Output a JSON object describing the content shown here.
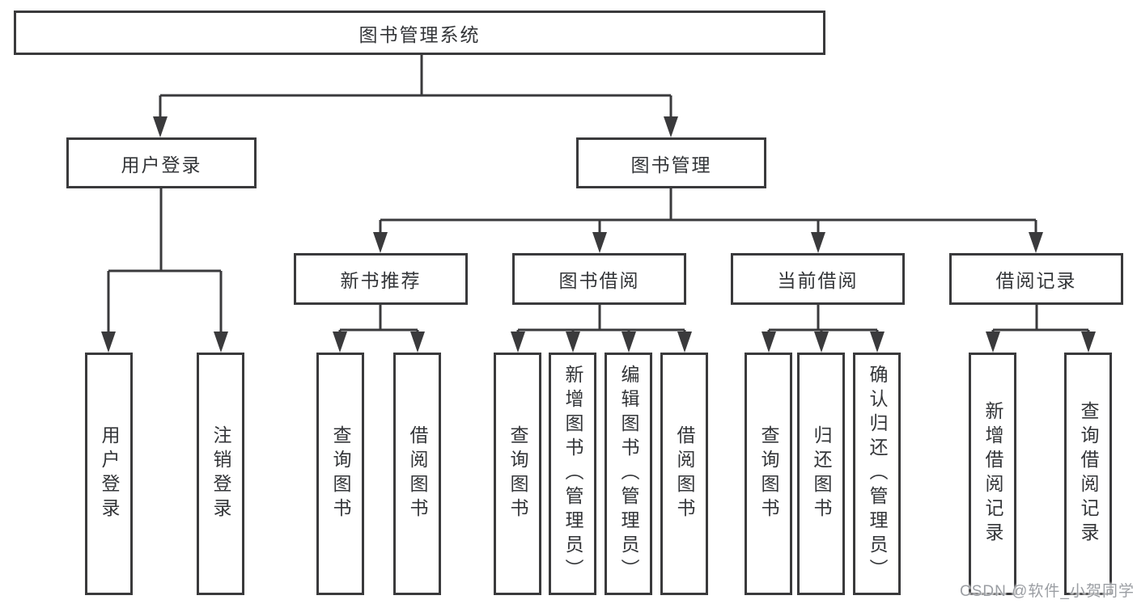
{
  "diagram": {
    "title": "图书管理系统",
    "tree": {
      "label": "图书管理系统",
      "children": [
        {
          "label": "用户登录",
          "children": [
            {
              "label": "用户登录"
            },
            {
              "label": "注销登录"
            }
          ]
        },
        {
          "label": "图书管理",
          "children": [
            {
              "label": "新书推荐",
              "children": [
                {
                  "label": "查询图书"
                },
                {
                  "label": "借阅图书"
                }
              ]
            },
            {
              "label": "图书借阅",
              "children": [
                {
                  "label": "查询图书"
                },
                {
                  "label": "新增图书（管理员）"
                },
                {
                  "label": "编辑图书（管理员）"
                },
                {
                  "label": "借阅图书"
                }
              ]
            },
            {
              "label": "当前借阅",
              "children": [
                {
                  "label": "查询图书"
                },
                {
                  "label": "归还图书"
                },
                {
                  "label": "确认归还（管理员）"
                }
              ]
            },
            {
              "label": "借阅记录",
              "children": [
                {
                  "label": "新增借阅记录"
                },
                {
                  "label": "查询借阅记录"
                }
              ]
            }
          ]
        }
      ]
    },
    "watermark": {
      "text": "CSDN @软件_小贺同学"
    },
    "colors": {
      "background": "#ffffff",
      "line": "#3a3a3c",
      "node_border": "#3a3a3c",
      "node_text": "#333538",
      "watermark_text": "#9b9ea3"
    }
  }
}
